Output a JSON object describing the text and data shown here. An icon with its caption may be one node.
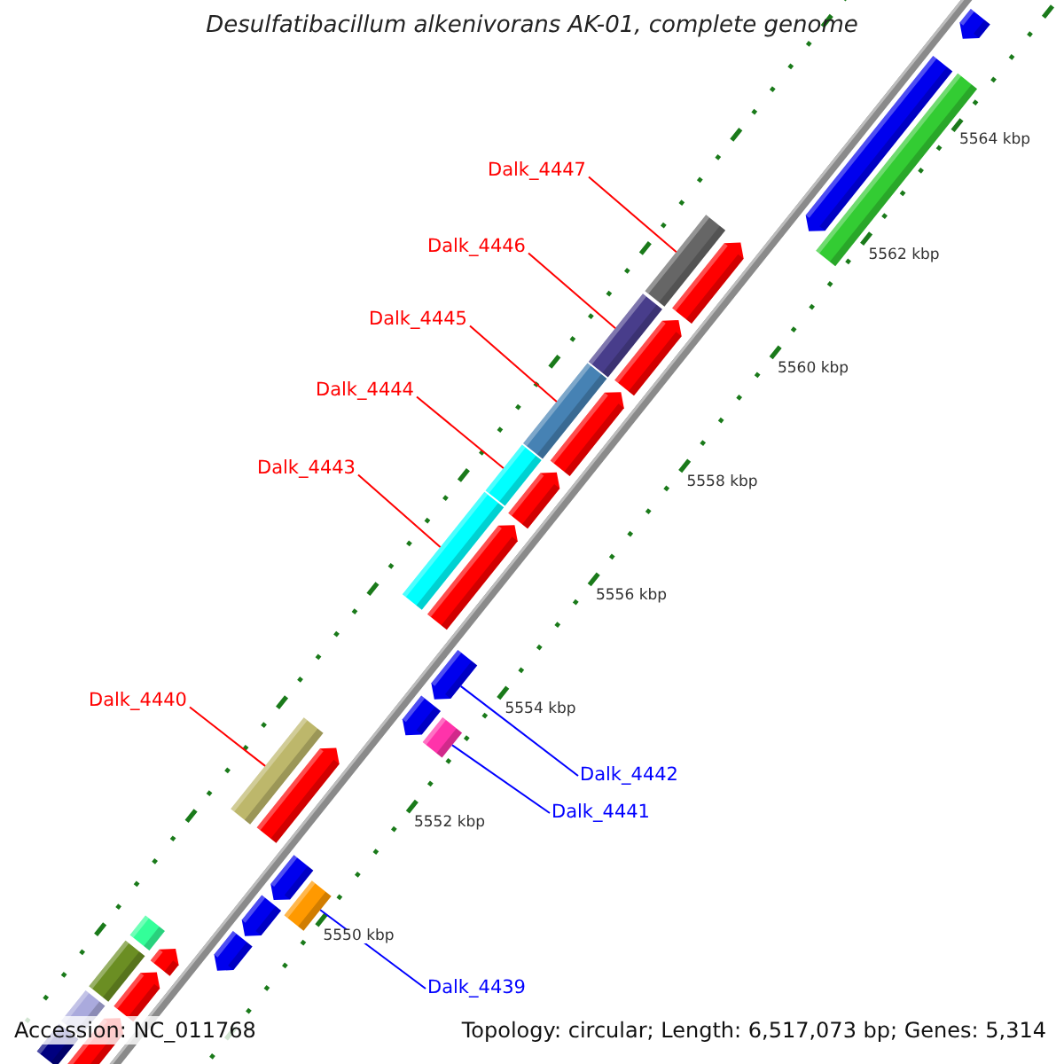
{
  "diagram": {
    "title": "Desulfatibacillum alkenivorans AK-01, complete genome",
    "nodes": [
      {
        "text": [
          "Dalk_4447"
        ]
      },
      {
        "text": [
          "Dalk_4446"
        ]
      },
      {
        "text": [
          "Dalk_4445"
        ]
      },
      {
        "text": [
          "Dalk_4444"
        ]
      },
      {
        "text": [
          "Dalk_4443"
        ]
      },
      {
        "text": [
          "Dalk_4440"
        ]
      },
      {
        "text": [
          "Dalk_4442"
        ]
      },
      {
        "text": [
          "Dalk_4441"
        ]
      },
      {
        "text": [
          "Dalk_4439"
        ]
      },
      {
        "text": [],
        "shape": "pentagon"
      },
      {
        "text": [],
        "shape": "pentagon"
      },
      {
        "text": [],
        "shape": "bar"
      },
      {
        "text": [],
        "shape": "bar"
      },
      {
        "text": [],
        "shape": "pentagon"
      },
      {
        "text": [],
        "shape": "bar"
      },
      {
        "text": [],
        "shape": "pentagon"
      },
      {
        "text": [],
        "shape": "bar"
      },
      {
        "text": [],
        "shape": "pentagon"
      },
      {
        "text": [],
        "shape": "bar"
      },
      {
        "text": [],
        "shape": "pentagon"
      },
      {
        "text": [],
        "shape": "bar"
      },
      {
        "text": [],
        "shape": "pentagon"
      },
      {
        "text": [],
        "shape": "pentagon"
      },
      {
        "text": [],
        "shape": "pentagon"
      },
      {
        "text": [],
        "shape": "bar"
      },
      {
        "text": [],
        "shape": "bar"
      },
      {
        "text": [],
        "shape": "pentagon"
      },
      {
        "text": [],
        "shape": "pentagon"
      },
      {
        "text": [],
        "shape": "bar"
      },
      {
        "text": [],
        "shape": "pentagon"
      },
      {
        "text": [],
        "shape": "bar"
      },
      {
        "text": [],
        "shape": "pentagon"
      },
      {
        "text": [],
        "shape": "pentagon"
      },
      {
        "text": [],
        "shape": "bar"
      },
      {
        "text": [],
        "shape": "pentagon"
      },
      {
        "text": [],
        "shape": "bar"
      },
      {
        "text": [],
        "shape": "bar"
      },
      {
        "text": [],
        "shape": "pentagon"
      }
    ],
    "edges": [
      {
        "from": 0,
        "to": 12,
        "arrow": "none"
      },
      {
        "from": 1,
        "to": 14,
        "arrow": "none"
      },
      {
        "from": 2,
        "to": 16,
        "arrow": "none"
      },
      {
        "from": 3,
        "to": 18,
        "arrow": "none"
      },
      {
        "from": 4,
        "to": 20,
        "arrow": "none"
      },
      {
        "from": 5,
        "to": 25,
        "arrow": "none"
      },
      {
        "from": 6,
        "to": 22,
        "arrow": "none",
        "color": "#0000ff"
      },
      {
        "from": 7,
        "to": 24,
        "arrow": "none",
        "color": "#0000ff"
      },
      {
        "from": 8,
        "to": 28,
        "arrow": "none",
        "color": "#0000ff"
      }
    ],
    "labels": [
      "5564 kbp",
      "5562 kbp",
      "5560 kbp",
      "5558 kbp",
      "5556 kbp",
      "5554 kbp",
      "5552 kbp",
      "5550 kbp",
      "Accession: NC_011768",
      "Topology: circular; Length: 6,517,073 bp; Genes: 5,314"
    ]
  }
}
